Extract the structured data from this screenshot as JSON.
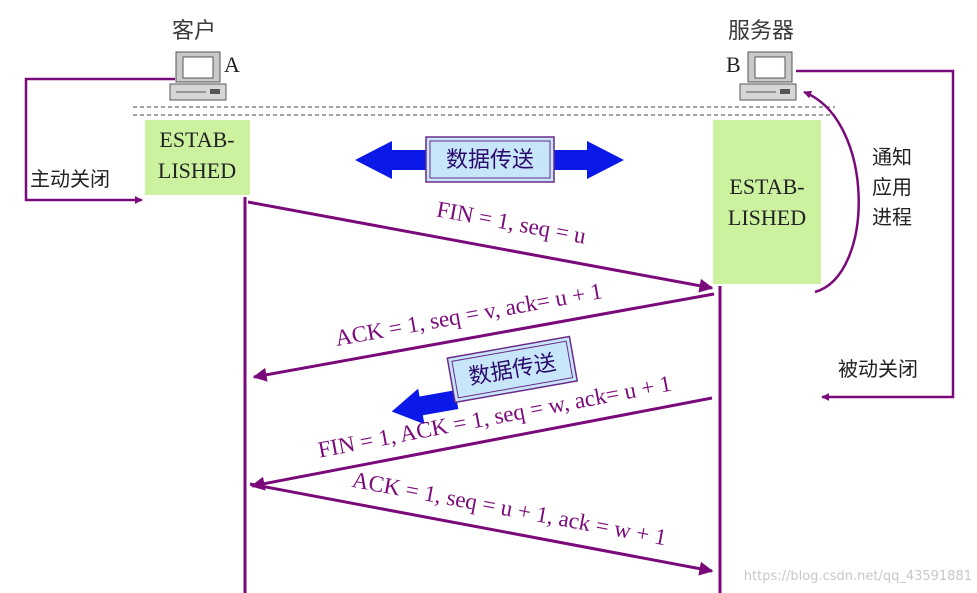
{
  "client": {
    "title": "客户",
    "letter": "A",
    "state_line1": "ESTAB-",
    "state_line2": "LISHED",
    "action": "主动关闭"
  },
  "server": {
    "title": "服务器",
    "letter": "B",
    "state_line1": "ESTAB-",
    "state_line2": "LISHED",
    "action": "被动关闭",
    "notify_line1": "通知",
    "notify_line2": "应用",
    "notify_line3": "进程"
  },
  "banners": {
    "bidirectional": "数据传送",
    "unidirectional": "数据传送"
  },
  "messages": [
    {
      "label": "FIN = 1, seq = u",
      "direction": "client-to-server"
    },
    {
      "label": "ACK = 1, seq = v, ack= u + 1",
      "direction": "server-to-client"
    },
    {
      "label": "FIN = 1, ACK = 1, seq = w, ack= u + 1",
      "direction": "server-to-client"
    },
    {
      "label": "ACK = 1, seq = u + 1, ack = w + 1",
      "direction": "client-to-server"
    }
  ],
  "watermark": "https://blog.csdn.net/qq_43591881",
  "colors": {
    "arrow": "#7a0a7a",
    "state_box": "#ccf2a0",
    "banner_arrow": "#0a18e8",
    "banner_fill": "#c8e6fa"
  }
}
